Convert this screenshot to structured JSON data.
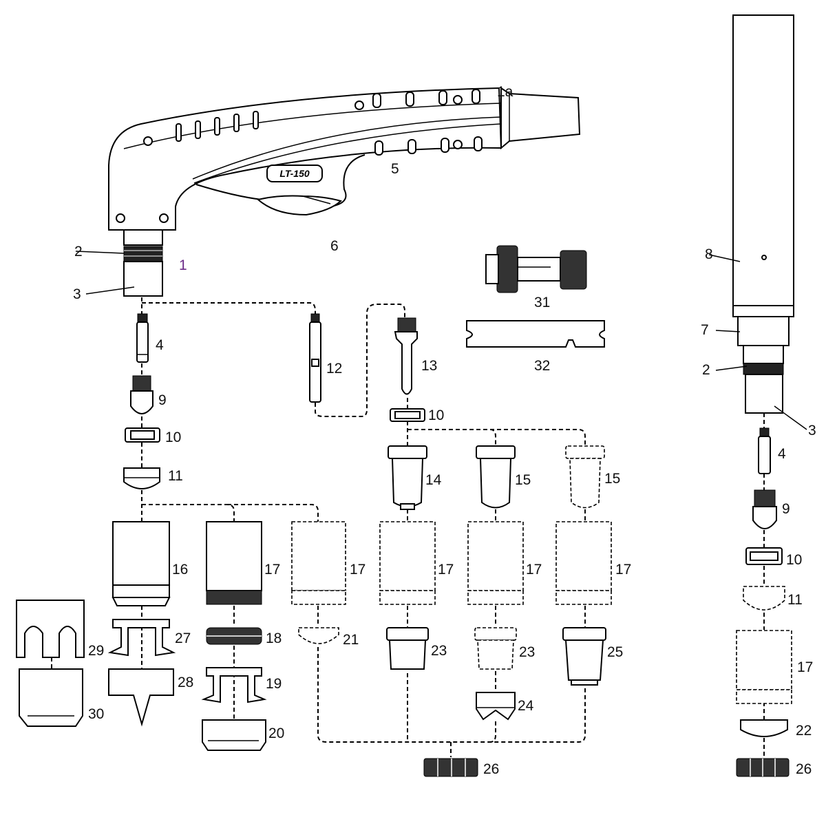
{
  "torch_model": "LT-150",
  "callouts": {
    "c1": "1",
    "c1a": "1a",
    "c2": "2",
    "c3": "3",
    "c4": "4",
    "c5": "5",
    "c6": "6",
    "c7": "7",
    "c8": "8",
    "c9": "9",
    "c10": "10",
    "c11": "11",
    "c12": "12",
    "c13": "13",
    "c14": "14",
    "c15": "15",
    "c16": "16",
    "c17": "17",
    "c18": "18",
    "c19": "19",
    "c20": "20",
    "c21": "21",
    "c22": "22",
    "c23": "23",
    "c24": "24",
    "c25": "25",
    "c26": "26",
    "c27": "27",
    "c28": "28",
    "c29": "29",
    "c30": "30",
    "c31": "31",
    "c32": "32"
  }
}
